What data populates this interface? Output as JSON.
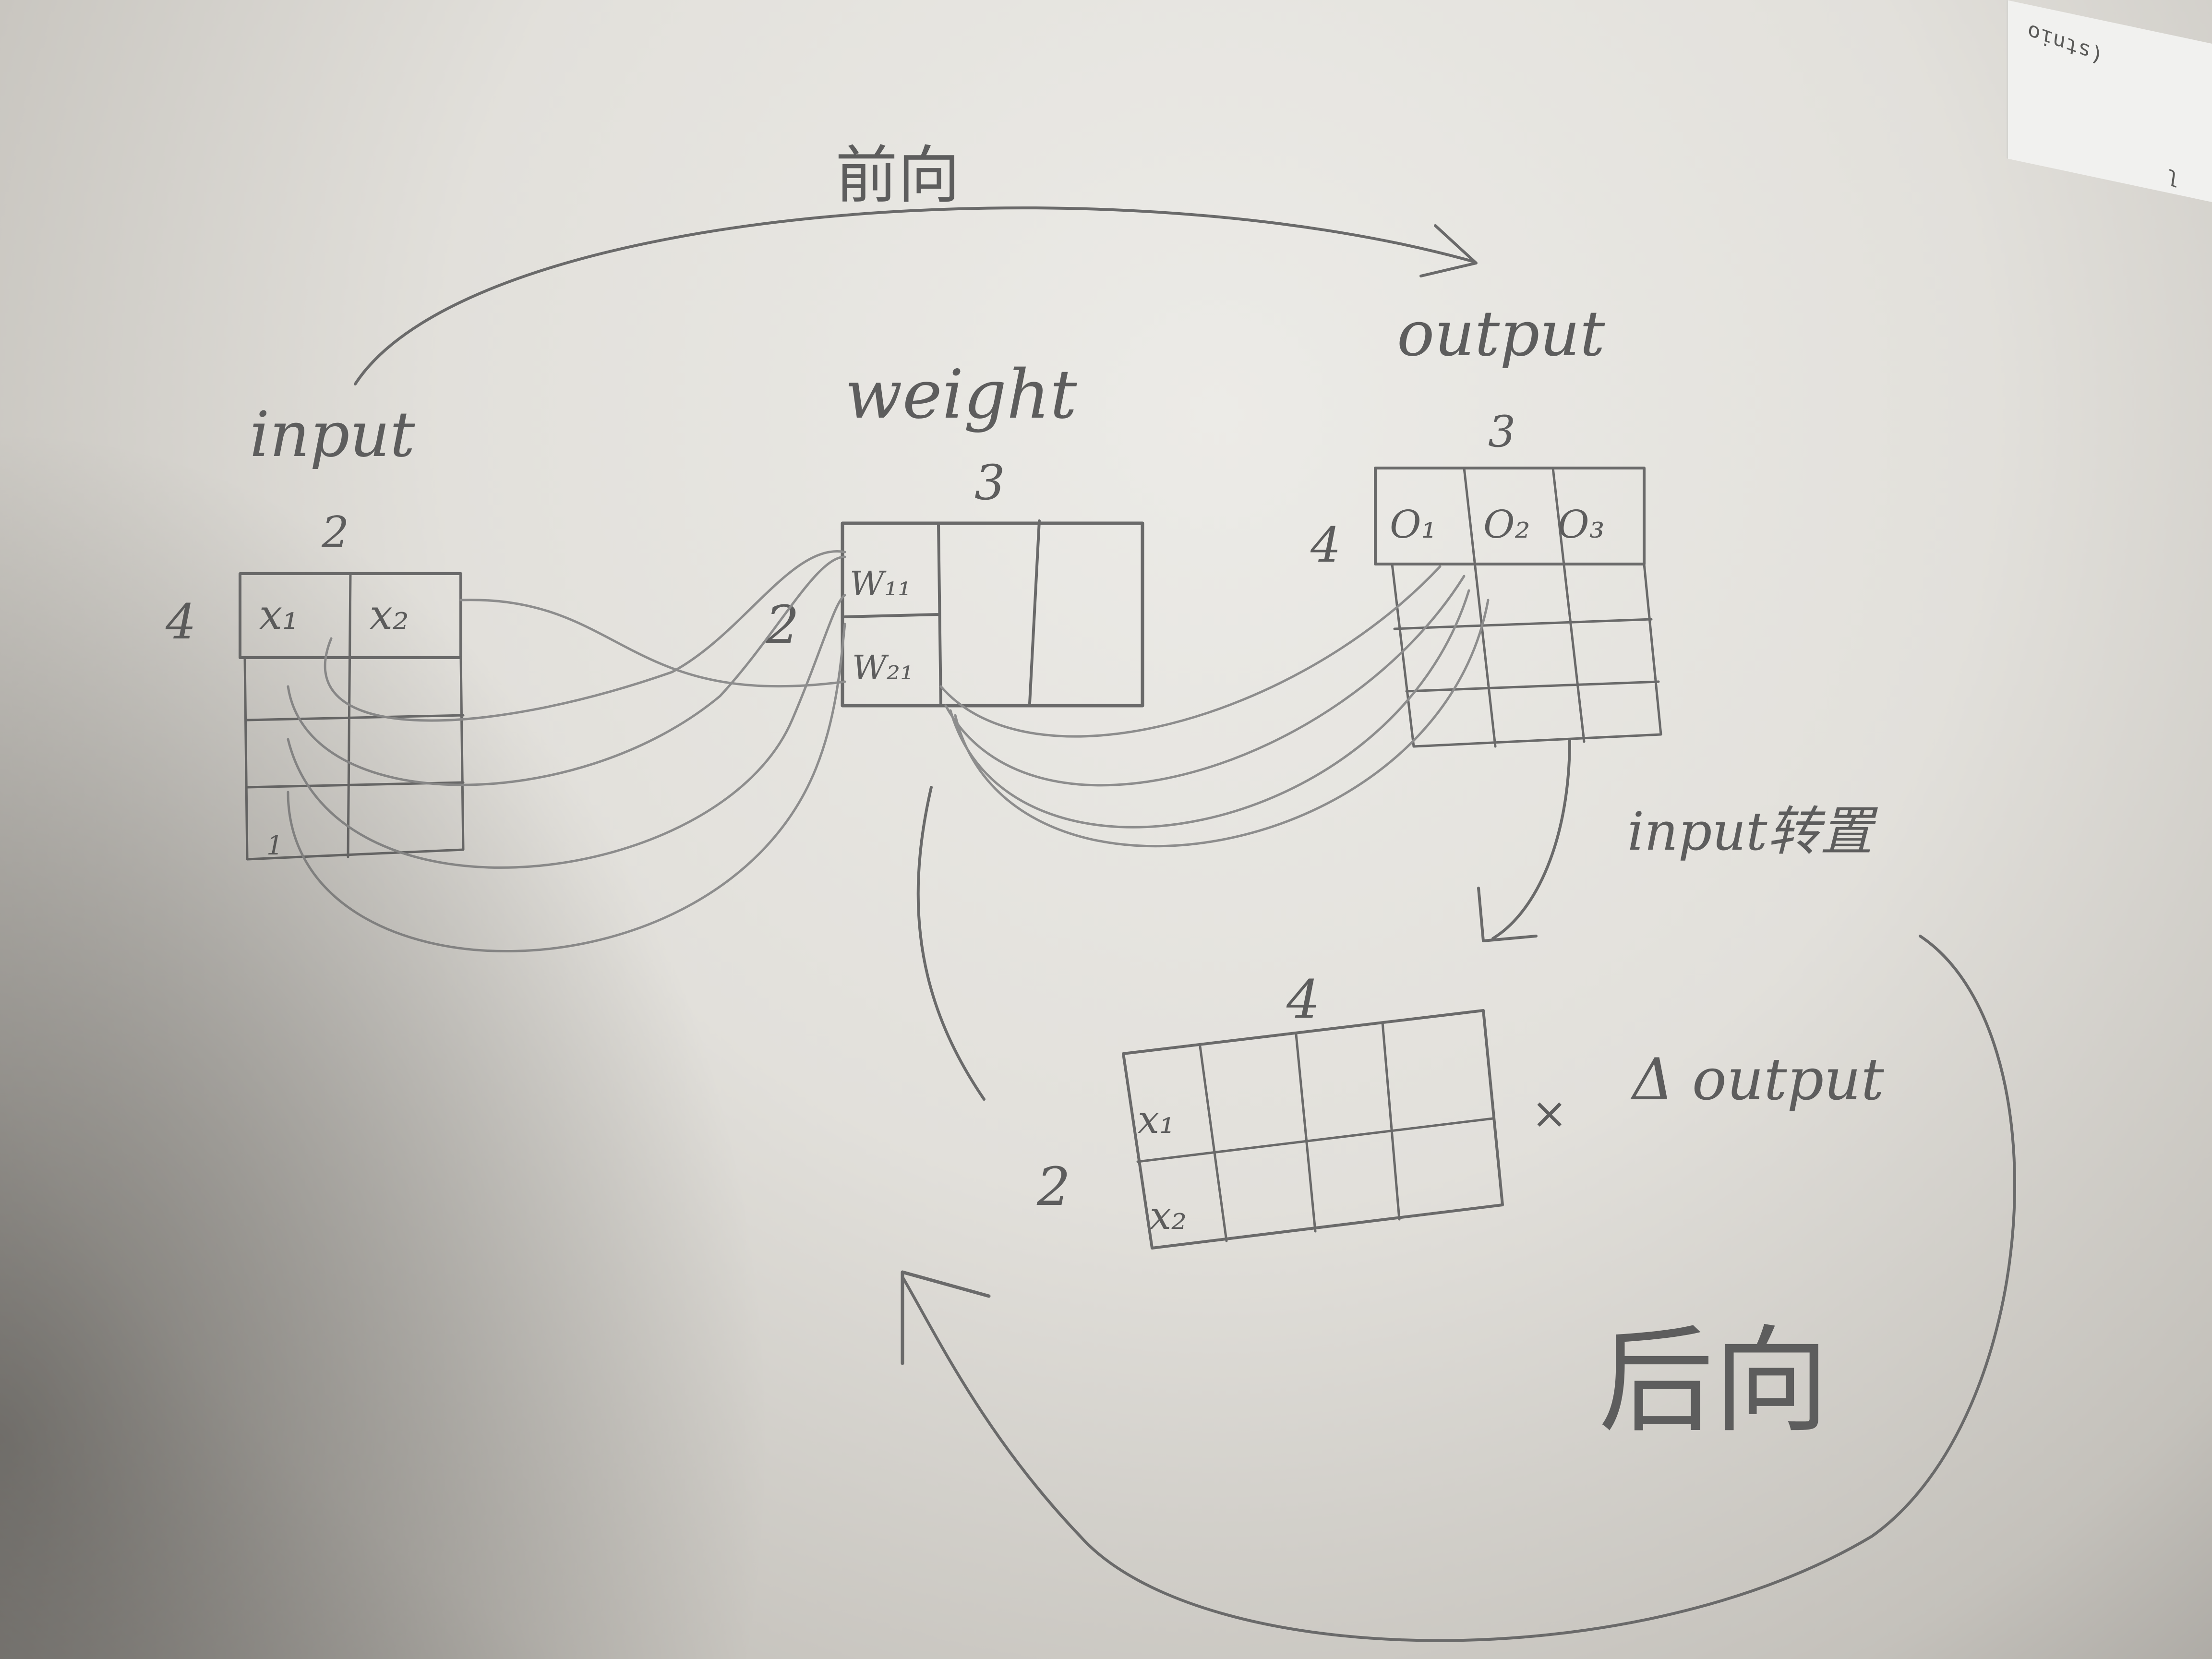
{
  "labels": {
    "forward": "前向",
    "backward": "后向",
    "input": "input",
    "weight": "weight",
    "output": "output",
    "input_transpose": "input转置",
    "times": "×",
    "delta_output": "Δ output"
  },
  "input_matrix": {
    "cols": "2",
    "rows": "4",
    "cells": [
      "x₁",
      "x₂"
    ],
    "row_marker": "1"
  },
  "weight_matrix": {
    "cols": "3",
    "rows": "2",
    "cells": [
      "W₁₁",
      "W₂₁"
    ]
  },
  "output_matrix": {
    "cols": "3",
    "rows": "4",
    "cells": [
      "O₁",
      "O₂",
      "O₃"
    ]
  },
  "transpose_matrix": {
    "cols": "4",
    "rows": "2",
    "cells": [
      "x₁",
      "x₂"
    ]
  },
  "corner_text": {
    "line1": "(stnio",
    "line2": "l"
  },
  "colors": {
    "ink": "#6a6a6a",
    "paper": "#e8e7e3"
  }
}
